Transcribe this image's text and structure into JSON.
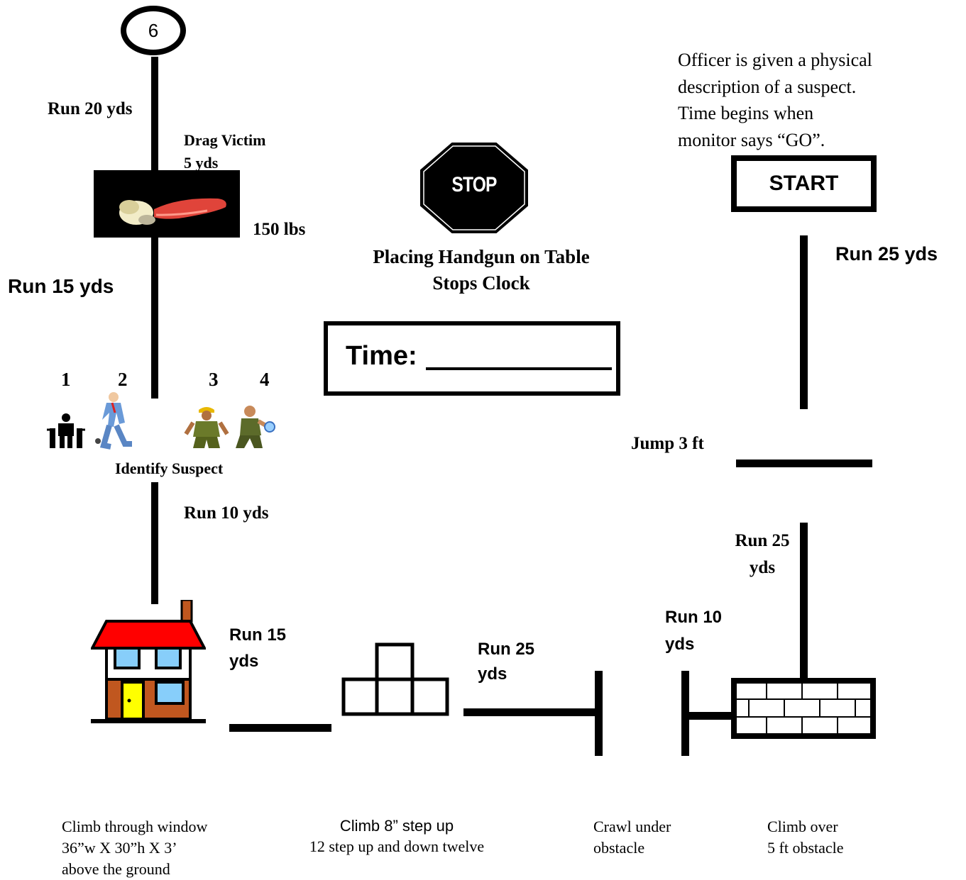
{
  "station": {
    "number": "6"
  },
  "start": {
    "instructions_lines": "Officer is given a physical\n  description of a suspect.\n  Time begins when\n   monitor says “GO”.",
    "label": "START"
  },
  "stop": {
    "sign_text": "STOP",
    "caption_line1": "Placing Handgun on Table",
    "caption_line2": "Stops Clock"
  },
  "time_box": {
    "label": "Time:"
  },
  "drag_victim": {
    "title_line1": "Drag Victim",
    "title_line2": "5 yds",
    "weight": "150 lbs"
  },
  "identify": {
    "numbers": [
      "1",
      "2",
      "3",
      "4"
    ],
    "caption": "Identify Suspect"
  },
  "segments": {
    "run_20": "Run 20 yds",
    "run_15_left": "Run 15 yds",
    "run_10_left": "Run 10 yds",
    "run_15_house_l1": "Run 15",
    "run_15_house_l2": "yds",
    "run_25_mid_l1": "Run 25",
    "run_25_mid_l2": "yds",
    "run_10_right_l1": "Run 10",
    "run_10_right_l2": "yds",
    "run_25_right_l1": "Run 25",
    "run_25_right_l2": "yds",
    "run_25_top": "Run 25 yds",
    "jump": "Jump 3 ft"
  },
  "captions": {
    "window_lines": "Climb through window\n36”w X 30”h X 3’\nabove the ground",
    "step_line1": "Climb 8” step up",
    "step_line2": "12 step up and down twelve",
    "crawl_lines": "Crawl under\n obstacle",
    "climb_lines": "Climb over\n5 ft obstacle"
  },
  "colors": {
    "roof": "#ff0000",
    "door": "#ffff00",
    "wall": "#c0571f",
    "window": "#87cefa"
  }
}
